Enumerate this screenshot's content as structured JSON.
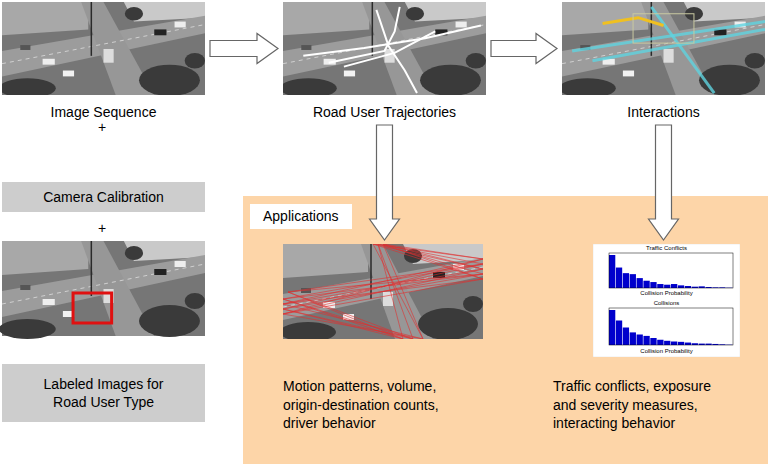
{
  "diagram": {
    "nodes": [
      {
        "text": [
          "Image Sequence"
        ]
      },
      {
        "text": [
          "Camera Calibration"
        ]
      },
      {
        "text": [
          "Labeled Images for Road User Type"
        ]
      },
      {
        "text": [
          "Road User Trajectories"
        ]
      },
      {
        "text": [
          "Interactions"
        ]
      },
      {
        "text": [
          "Applications"
        ]
      },
      {
        "text": [
          "Motion patterns, volume, origin-destination counts, driver behavior"
        ],
        "in": 5
      },
      {
        "text": [
          "Traffic conflicts, exposure and severity measures, interacting behavior"
        ],
        "in": 5
      }
    ],
    "edges": [
      {
        "from": 0,
        "to": 3,
        "arrow": "to"
      },
      {
        "from": 3,
        "to": 4,
        "arrow": "to"
      },
      {
        "from": 3,
        "to": 6,
        "arrow": "to"
      },
      {
        "from": 4,
        "to": 7,
        "arrow": "to"
      }
    ],
    "labels": [
      "+",
      "+",
      "Traffic Conflicts",
      "Collision Probability",
      "Collisions",
      "Collision Probability"
    ]
  }
}
